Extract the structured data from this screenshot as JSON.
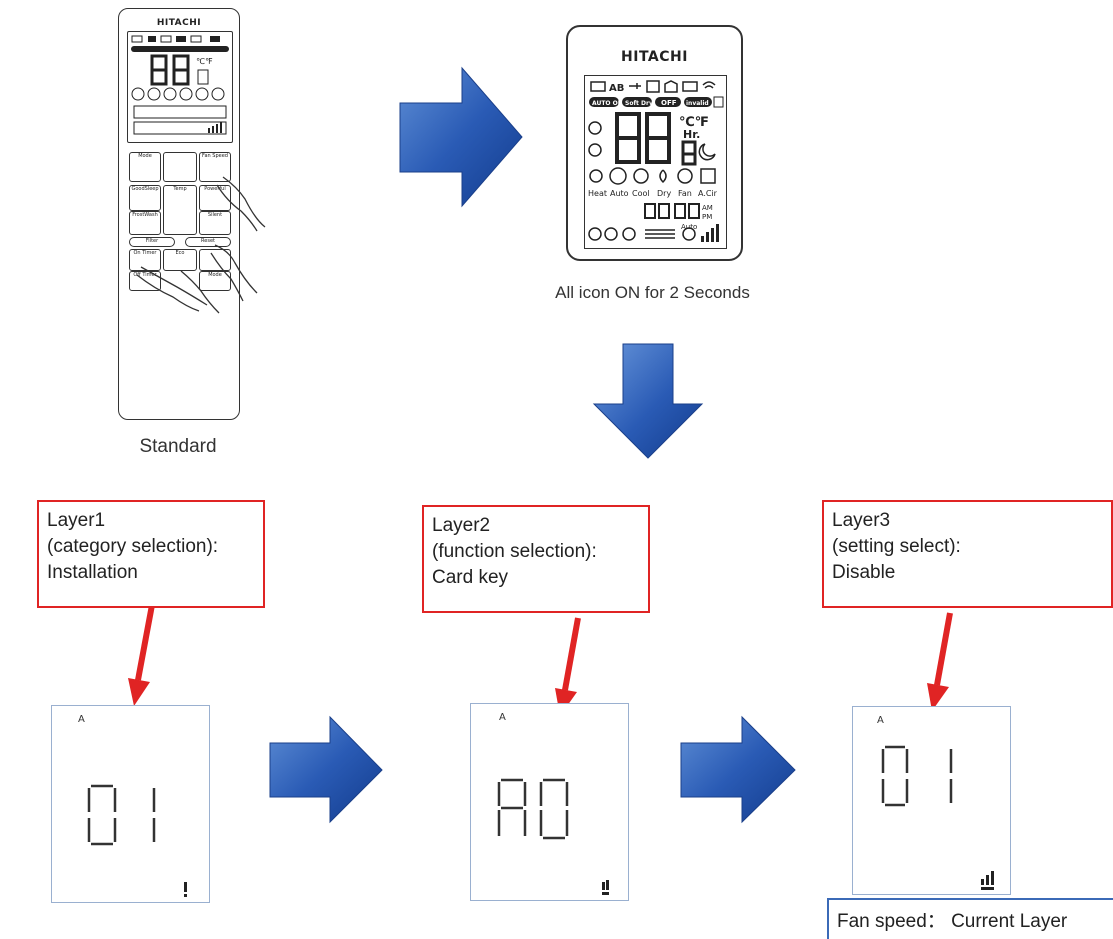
{
  "remote": {
    "brand": "HITACHI",
    "label": "Standard",
    "buttons": [
      "Mode",
      "Fan Speed",
      "GoodSleep",
      "Temp",
      "Powerful",
      "FrostWash",
      "Silent",
      "Filter",
      "Reset",
      "On Timer",
      "Eco",
      "Off Timer",
      "Mode"
    ]
  },
  "display": {
    "brand": "HITACHI",
    "caption": "All icon ON for 2 Seconds",
    "mode_labels": [
      "Heat",
      "Auto",
      "Cool",
      "Dry",
      "Fan",
      "A.Cir"
    ],
    "chips": [
      "AUTO OFF",
      "Soft Dry",
      "OFF",
      "invalid"
    ],
    "ampm": [
      "AM",
      "PM"
    ],
    "auto_label": "Auto",
    "ab_label": "AB",
    "temp_unit": "℃℉",
    "hr_label": "Hr."
  },
  "layers": [
    {
      "title": "Layer1",
      "subtitle": "(category selection):",
      "value": "Installation",
      "lcd_letter": "A",
      "lcd_digits": "01"
    },
    {
      "title": "Layer2",
      "subtitle": "(function selection):",
      "value": "Card key",
      "lcd_letter": "A",
      "lcd_digits": "A0"
    },
    {
      "title": "Layer3",
      "subtitle": "(setting select):",
      "value": "Disable",
      "lcd_letter": "A",
      "lcd_digits": "01"
    }
  ],
  "legend": {
    "text": "Fan speed： Current Layer"
  },
  "colors": {
    "arrow_blue": "#1f4ea8",
    "pointer_red": "#e02424",
    "frame_blue": "#3b6ab7"
  }
}
